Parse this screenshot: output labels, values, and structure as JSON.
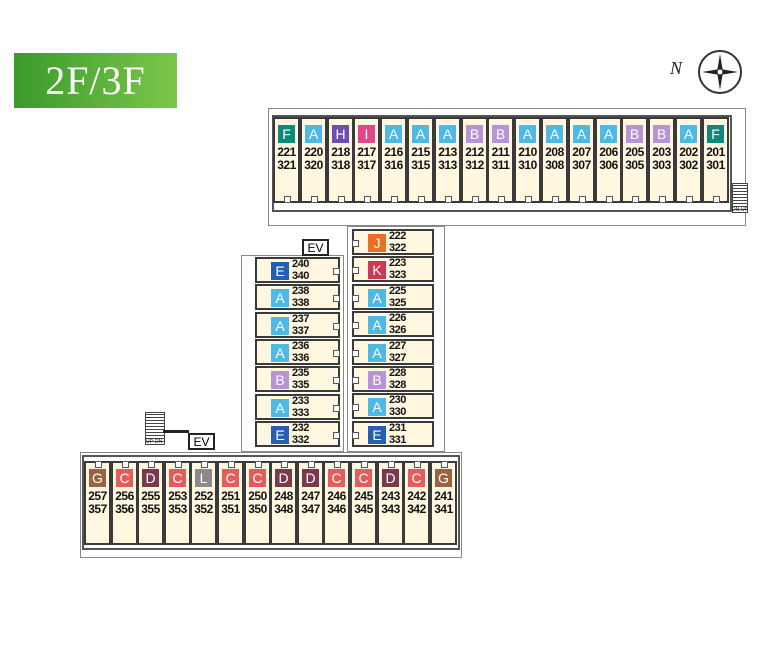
{
  "floor_label": "2F/3F",
  "compass_label": "N",
  "elevator_label": "EV",
  "stair_label_up": "UP",
  "stair_label_dn": "DN",
  "colors": {
    "A": "#4fb9e6",
    "B": "#b893d6",
    "C": "#e45d5d",
    "D": "#7a3a4e",
    "E": "#2560b0",
    "F": "#0b8a7a",
    "G": "#9a6242",
    "H": "#6a4fb0",
    "I": "#e0468a",
    "J": "#ec6e1f",
    "K": "#d03655",
    "L": "#8a8a8a"
  },
  "north_wing": [
    {
      "type": "F",
      "u2": "221",
      "u3": "321"
    },
    {
      "type": "A",
      "u2": "220",
      "u3": "320"
    },
    {
      "type": "H",
      "u2": "218",
      "u3": "318"
    },
    {
      "type": "I",
      "u2": "217",
      "u3": "317"
    },
    {
      "type": "A",
      "u2": "216",
      "u3": "316"
    },
    {
      "type": "A",
      "u2": "215",
      "u3": "315"
    },
    {
      "type": "A",
      "u2": "213",
      "u3": "313"
    },
    {
      "type": "B",
      "u2": "212",
      "u3": "312"
    },
    {
      "type": "B",
      "u2": "211",
      "u3": "311"
    },
    {
      "type": "A",
      "u2": "210",
      "u3": "310"
    },
    {
      "type": "A",
      "u2": "208",
      "u3": "308"
    },
    {
      "type": "A",
      "u2": "207",
      "u3": "307"
    },
    {
      "type": "A",
      "u2": "206",
      "u3": "306"
    },
    {
      "type": "B",
      "u2": "205",
      "u3": "305"
    },
    {
      "type": "B",
      "u2": "203",
      "u3": "303"
    },
    {
      "type": "A",
      "u2": "202",
      "u3": "302"
    },
    {
      "type": "F",
      "u2": "201",
      "u3": "301"
    }
  ],
  "east_column": [
    {
      "type": "J",
      "u2": "222",
      "u3": "322"
    },
    {
      "type": "K",
      "u2": "223",
      "u3": "323"
    },
    {
      "type": "A",
      "u2": "225",
      "u3": "325"
    },
    {
      "type": "A",
      "u2": "226",
      "u3": "326"
    },
    {
      "type": "A",
      "u2": "227",
      "u3": "327"
    },
    {
      "type": "B",
      "u2": "228",
      "u3": "328"
    },
    {
      "type": "A",
      "u2": "230",
      "u3": "330"
    },
    {
      "type": "E",
      "u2": "231",
      "u3": "331"
    }
  ],
  "west_column": [
    {
      "type": "E",
      "u2": "240",
      "u3": "340"
    },
    {
      "type": "A",
      "u2": "238",
      "u3": "338"
    },
    {
      "type": "A",
      "u2": "237",
      "u3": "337"
    },
    {
      "type": "A",
      "u2": "236",
      "u3": "336"
    },
    {
      "type": "B",
      "u2": "235",
      "u3": "335"
    },
    {
      "type": "A",
      "u2": "233",
      "u3": "333"
    },
    {
      "type": "E",
      "u2": "232",
      "u3": "332"
    }
  ],
  "south_wing": [
    {
      "type": "G",
      "u2": "257",
      "u3": "357"
    },
    {
      "type": "C",
      "u2": "256",
      "u3": "356"
    },
    {
      "type": "D",
      "u2": "255",
      "u3": "355"
    },
    {
      "type": "C",
      "u2": "253",
      "u3": "353"
    },
    {
      "type": "L",
      "u2": "252",
      "u3": "352"
    },
    {
      "type": "C",
      "u2": "251",
      "u3": "351"
    },
    {
      "type": "C",
      "u2": "250",
      "u3": "350"
    },
    {
      "type": "D",
      "u2": "248",
      "u3": "348"
    },
    {
      "type": "D",
      "u2": "247",
      "u3": "347"
    },
    {
      "type": "C",
      "u2": "246",
      "u3": "346"
    },
    {
      "type": "C",
      "u2": "245",
      "u3": "345"
    },
    {
      "type": "D",
      "u2": "243",
      "u3": "343"
    },
    {
      "type": "C",
      "u2": "242",
      "u3": "342"
    },
    {
      "type": "G",
      "u2": "241",
      "u3": "341"
    }
  ]
}
